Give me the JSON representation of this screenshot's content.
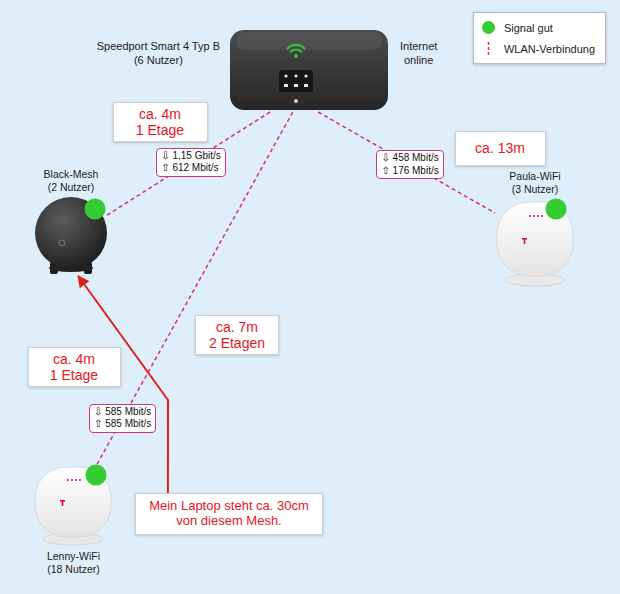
{
  "diagram": {
    "nodes": [
      {
        "text": [
          "Speedport Smart 4 Typ B (6 Nutzer)",
          "Internet online"
        ]
      },
      {
        "text": [
          "ca. 4m 1 Etage"
        ]
      },
      {
        "text": [
          "ca. 13m"
        ]
      },
      {
        "text": [
          "Black-Mesh (2 Nutzer)"
        ]
      },
      {
        "text": [
          "Paula-WiFi (3 Nutzer)"
        ]
      },
      {
        "text": [
          "ca. 7m 2 Etagen"
        ]
      },
      {
        "text": [
          "ca. 4m 1 Etage"
        ]
      },
      {
        "text": [
          "Lenny-WiFi (18 Nutzer)"
        ]
      },
      {
        "text": [
          "Mein Laptop steht ca. 30cm von diesem Mesh."
        ]
      }
    ],
    "edges": [
      {
        "from": 0,
        "to": 3,
        "label": "⇩ 1,15 Gbit/s ⇧ 612 Mbit/s",
        "arrow": "none"
      },
      {
        "from": 0,
        "to": 4,
        "label": "⇩ 458 Mbit/s ⇧ 176 Mbit/s",
        "arrow": "none"
      },
      {
        "from": 0,
        "to": 7,
        "label": "⇩ 585 Mbit/s ⇧ 585 Mbit/s",
        "arrow": "none"
      },
      {
        "from": 8,
        "to": 3,
        "arrow": "to"
      }
    ],
    "legend": [
      {
        "text": "Signal gut",
        "color": "#33cc33"
      },
      {
        "text": "WLAN-Verbindung"
      }
    ]
  }
}
